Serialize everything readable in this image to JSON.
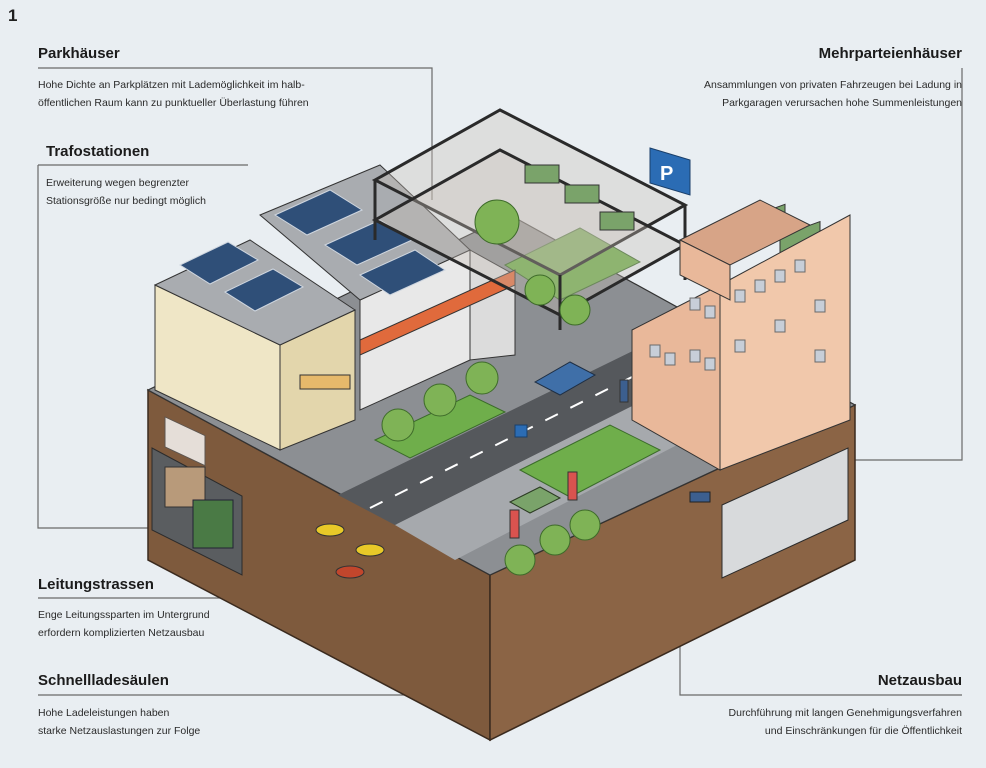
{
  "figure_number": "1",
  "callouts": {
    "parkhaeuser": {
      "title": "Parkhäuser",
      "line1": "Hohe Dichte an Parkplätzen mit Lademöglichkeit im halb-",
      "line2": "öffentlichen Raum kann zu punktueller Überlastung führen"
    },
    "mehrparteien": {
      "title": "Mehrparteienhäuser",
      "line1": "Ansammlungen von privaten Fahrzeugen bei Ladung in",
      "line2": "Parkgaragen verursachen hohe Summenleistungen"
    },
    "trafo": {
      "title": "Trafostationen",
      "line1": "Erweiterung wegen begrenzter",
      "line2": "Stationsgröße nur bedingt möglich"
    },
    "leitung": {
      "title": "Leitungstrassen",
      "line1": "Enge Leitungssparten im Untergrund",
      "line2": "erfordern komplizierten Netzausbau"
    },
    "schnell": {
      "title": "Schnellladesäulen",
      "line1": "Hohe Ladeleistungen haben",
      "line2": "starke Netzauslastungen zur Folge"
    },
    "netz": {
      "title": "Netzausbau",
      "line1": "Durchführung mit langen Genehmigungsverfahren",
      "line2": "und Einschränkungen für die Öffentlichkeit"
    }
  },
  "colors": {
    "background": "#e9eef2",
    "soil": "#8a6142",
    "soil_dark": "#6e4b32",
    "street": "#5b5d60",
    "grass": "#6fae4b",
    "building_beige": "#efe6c6",
    "building_orange": "#e9b89a",
    "solar": "#2f4f78",
    "parking_sign": "#2b6cb4",
    "car_green": "#7aa36a",
    "car_blue": "#3f6fa8"
  },
  "icons": [
    "parking-sign-icon",
    "charging-station-icon",
    "transformer-icon",
    "cable-pipe-icon"
  ]
}
